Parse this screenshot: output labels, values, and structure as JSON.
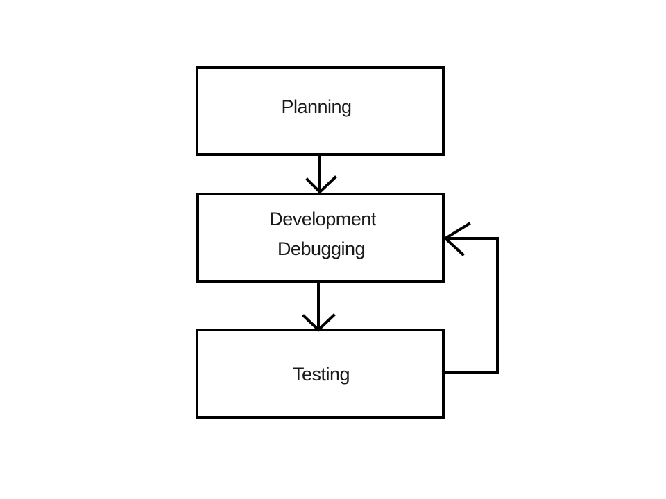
{
  "diagram": {
    "nodes": [
      {
        "id": "planning",
        "lines": [
          "Planning"
        ]
      },
      {
        "id": "development",
        "lines": [
          "Development",
          "Debugging"
        ]
      },
      {
        "id": "testing",
        "lines": [
          "Testing"
        ]
      }
    ],
    "edges": [
      {
        "from": "planning",
        "to": "development"
      },
      {
        "from": "development",
        "to": "testing"
      },
      {
        "from": "testing",
        "to": "development"
      }
    ],
    "colors": {
      "stroke": "#000000",
      "background": "#ffffff",
      "text": "#1a1a1a"
    }
  }
}
